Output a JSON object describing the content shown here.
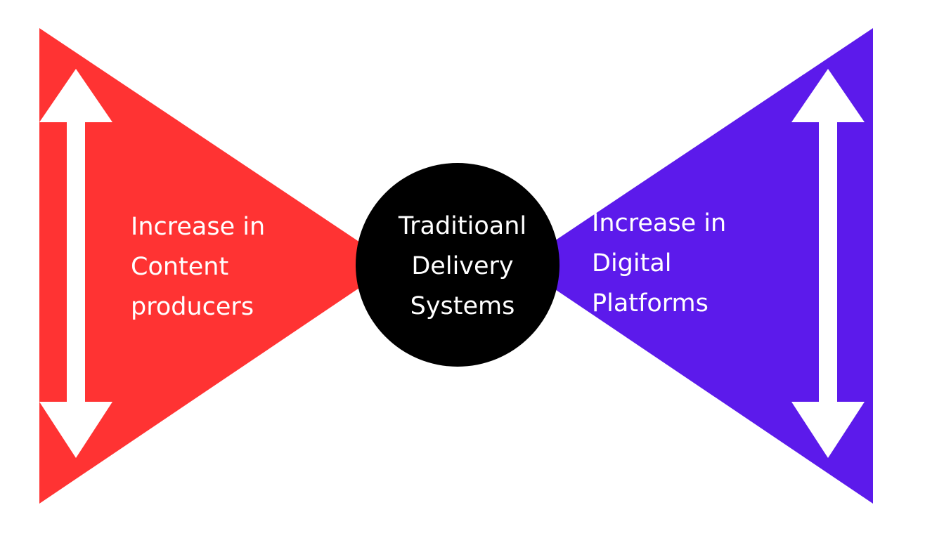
{
  "colors": {
    "left_triangle": "#ff3333",
    "right_triangle": "#5c1aeb",
    "center_circle": "#000000",
    "arrows": "#ffffff",
    "text": "#ffffff",
    "background": "#ffffff"
  },
  "left": {
    "lines": [
      "Increase in",
      "Content",
      "producers"
    ]
  },
  "center": {
    "lines": [
      "Traditioanl",
      "Delivery",
      "Systems"
    ]
  },
  "right": {
    "lines": [
      "Increase in",
      "Digital",
      "Platforms"
    ]
  },
  "icons": {
    "left_arrow": "double-headed-vertical-arrow",
    "right_arrow": "double-headed-vertical-arrow"
  }
}
